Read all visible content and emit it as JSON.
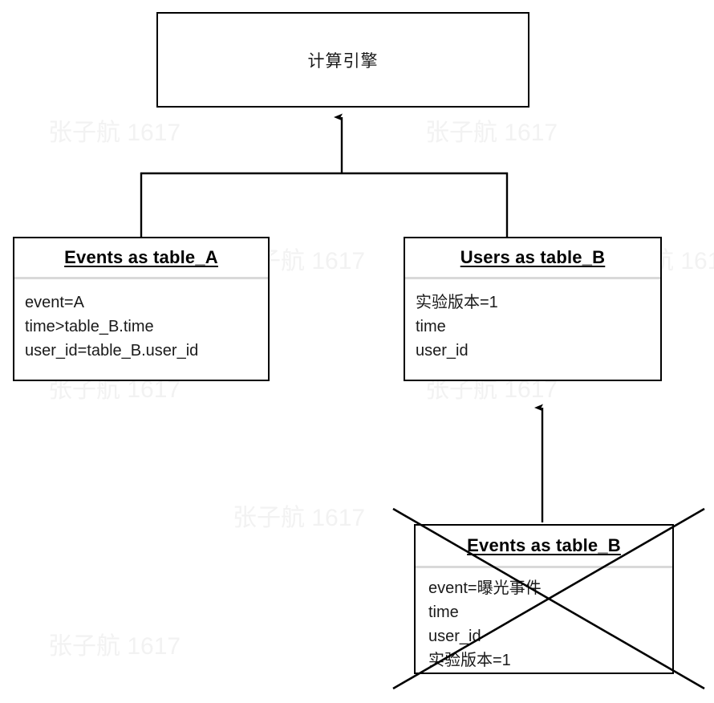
{
  "diagram": {
    "title_node": {
      "label": "计算引擎"
    },
    "nodes": [
      {
        "id": "table-a",
        "header": "Events as table_A",
        "lines": [
          "event=A",
          "time>table_B.time",
          "user_id=table_B.user_id"
        ]
      },
      {
        "id": "table-b-users",
        "header": "Users as table_B",
        "lines": [
          "实验版本=1",
          "time",
          "user_id"
        ]
      },
      {
        "id": "table-b-events-deleted",
        "header": "Events as table_B",
        "lines": [
          "event=曝光事件",
          "time",
          "user_id",
          "实验版本=1"
        ],
        "state": "crossed-out"
      }
    ],
    "connectors": [
      {
        "name": "join-to-engine",
        "type": "arrow-up"
      },
      {
        "name": "table-a-branch",
        "type": "elbow"
      },
      {
        "name": "table-b-branch",
        "type": "elbow"
      },
      {
        "name": "deleted-to-users",
        "type": "arrow-up"
      }
    ],
    "watermark": {
      "text": "张子航 1617"
    },
    "colors": {
      "stroke": "#000000",
      "divider": "#d9d9d9",
      "background": "#ffffff",
      "text": "#1a1a1a",
      "watermark": "#f2f2f2"
    }
  }
}
